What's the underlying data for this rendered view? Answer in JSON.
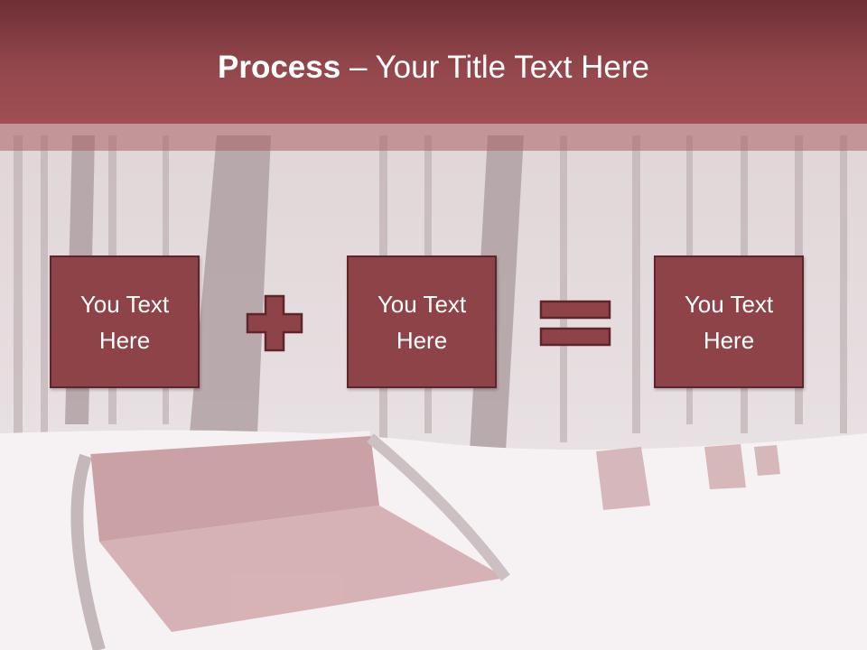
{
  "title": {
    "bold": "Process",
    "rest": " – Your Title Text Here"
  },
  "steps": [
    {
      "label": "You Text Here"
    },
    {
      "label": "You Text Here"
    },
    {
      "label": "You Text Here"
    }
  ],
  "operators": [
    {
      "icon": "plus-icon"
    },
    {
      "icon": "equals-icon"
    }
  ],
  "colors": {
    "accent": "#8e4349",
    "accent_dark": "#5e262b",
    "title_bar": "#93474c",
    "background": "#efe9ea"
  }
}
